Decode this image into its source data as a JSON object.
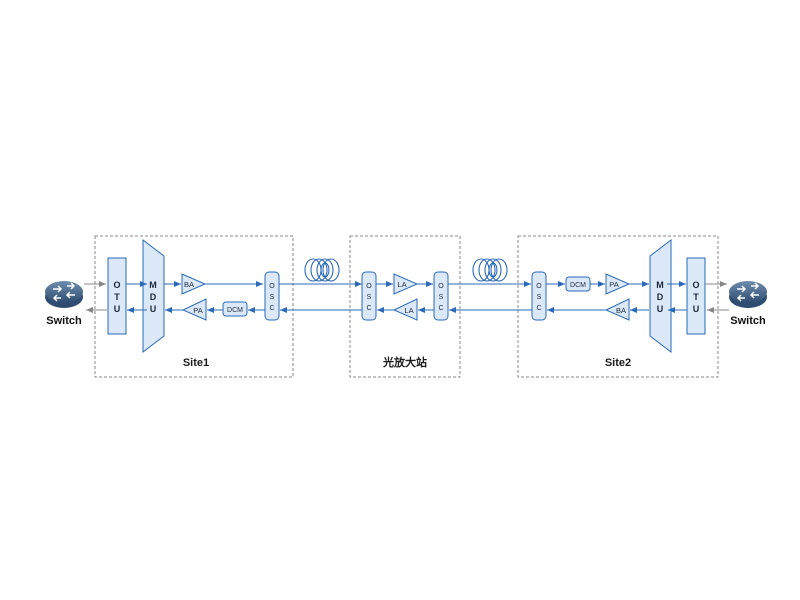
{
  "switch_left_label": "Switch",
  "switch_right_label": "Switch",
  "site1": {
    "label": "Site1",
    "otu": [
      "O",
      "T",
      "U"
    ],
    "mdu": [
      "M",
      "D",
      "U"
    ],
    "ba": "BA",
    "pa": "PA",
    "dcm": "DCM",
    "osc": [
      "O",
      "S",
      "C"
    ]
  },
  "middle": {
    "label": "光放大站",
    "osc_left": [
      "O",
      "S",
      "C"
    ],
    "osc_right": [
      "O",
      "S",
      "C"
    ],
    "la_top": "LA",
    "la_bottom": "LA"
  },
  "site2": {
    "label": "Site2",
    "otu": [
      "O",
      "T",
      "U"
    ],
    "mdu": [
      "M",
      "D",
      "U"
    ],
    "ba": "BA",
    "pa": "PA",
    "dcm": "DCM",
    "osc": [
      "O",
      "S",
      "C"
    ]
  },
  "colors": {
    "line": "#2a6ab8",
    "box_fill": "#dbe8f7",
    "box_stroke": "#2a6ab8",
    "dash": "#8a8a8a",
    "client_line": "#888888"
  }
}
